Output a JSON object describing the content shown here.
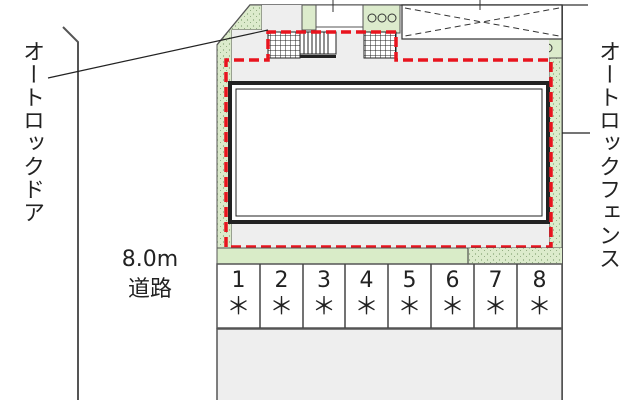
{
  "labels": {
    "autolock_door": "オートロックドア",
    "autolock_fence": "オートロックフェンス",
    "road_width": "8.0m",
    "road_name": "道路"
  },
  "parking": {
    "stalls": [
      {
        "number": "1",
        "mark": "＊"
      },
      {
        "number": "2",
        "mark": "＊"
      },
      {
        "number": "3",
        "mark": "＊"
      },
      {
        "number": "4",
        "mark": "＊"
      },
      {
        "number": "5",
        "mark": "＊"
      },
      {
        "number": "6",
        "mark": "＊"
      },
      {
        "number": "7",
        "mark": "＊"
      },
      {
        "number": "8",
        "mark": "＊"
      }
    ]
  },
  "colors": {
    "boundary_dashed": "#e8141e",
    "greenery": "#d9ecc8",
    "paved": "#eeeeee",
    "lines": "#333333"
  }
}
